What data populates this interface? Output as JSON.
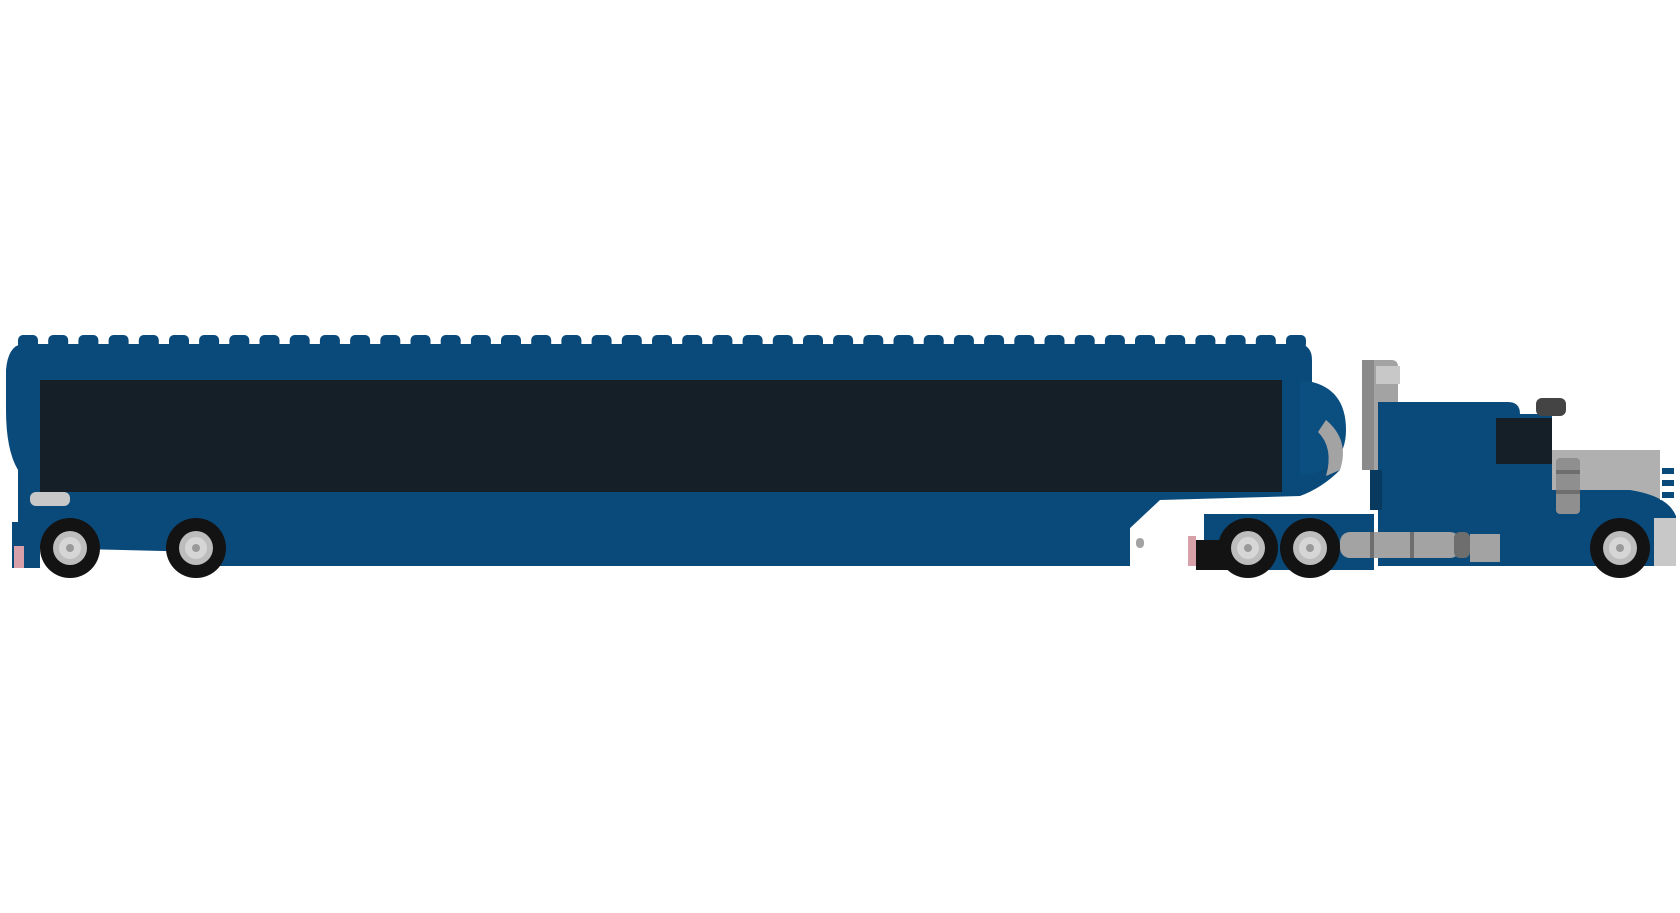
{
  "scene": {
    "subject": "lego-semi-truck-with-tanker-trailer",
    "colors": {
      "background": "#ffffff",
      "body_blue": "#0a4a7a",
      "dark_blue": "#083a60",
      "window_dark": "#141f27",
      "grey_light": "#c8c8c8",
      "grey_mid": "#a3a3a3",
      "grey_dark": "#6e6e6e",
      "black": "#131313",
      "hub_grey": "#bdbdbd",
      "accent_pink": "#d8a0a8"
    },
    "parts": {
      "trailer_wheel_count": 2,
      "drive_wheel_count": 2,
      "steer_wheel_count": 1,
      "trailer_stud_count": 43
    }
  }
}
